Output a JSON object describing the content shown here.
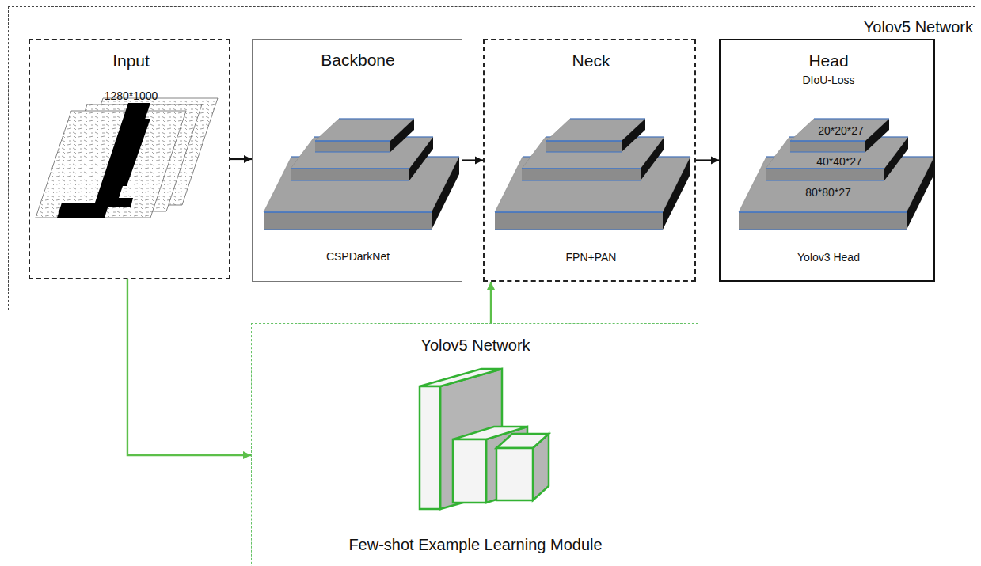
{
  "diagram": {
    "nodes": [
      {
        "text": [
          "Yolov5 Network"
        ]
      },
      {
        "text": [
          "Input",
          "1280*1000"
        ],
        "in": 0
      },
      {
        "text": [
          "Backbone",
          "CSPDarkNet"
        ],
        "in": 0
      },
      {
        "text": [
          "Neck",
          "FPN+PAN"
        ],
        "in": 0
      },
      {
        "text": [
          "Head",
          "DIoU-Loss",
          "20*20*27",
          "40*40*27",
          "80*80*27",
          "Yolov3 Head"
        ],
        "in": 0
      },
      {
        "text": [
          "Yolov5 Network",
          "Few-shot Example Learning Module"
        ]
      }
    ],
    "edges": [
      {
        "from": 1,
        "to": 2,
        "arrow": "to"
      },
      {
        "from": 2,
        "to": 3,
        "arrow": "to"
      },
      {
        "from": 3,
        "to": 4,
        "arrow": "to"
      },
      {
        "from": 1,
        "to": 5,
        "arrow": "to"
      },
      {
        "from": 5,
        "to": 3,
        "arrow": "to"
      }
    ]
  }
}
